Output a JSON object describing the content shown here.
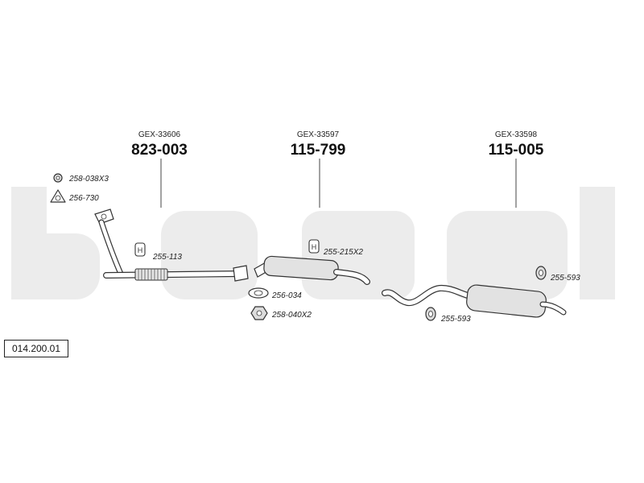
{
  "watermark": "bosal",
  "reference": "014.200.01",
  "assemblies": [
    {
      "gex": "GEX-33606",
      "number": "823-003"
    },
    {
      "gex": "GEX-33597",
      "number": "115-799"
    },
    {
      "gex": "GEX-33598",
      "number": "115-005"
    }
  ],
  "parts": {
    "nut_x3": "258-038X3",
    "gasket_triangle": "256-730",
    "clamp_front": "255-113",
    "clamp_mid": "255-215X2",
    "gasket_oval": "256-034",
    "nut_x2": "258-040X2",
    "hanger_rear_top": "255-593",
    "hanger_rear_bottom": "255-593"
  },
  "colors": {
    "watermark": "#ececec",
    "stroke": "#333333",
    "part_fill": "#dcdcdc"
  }
}
